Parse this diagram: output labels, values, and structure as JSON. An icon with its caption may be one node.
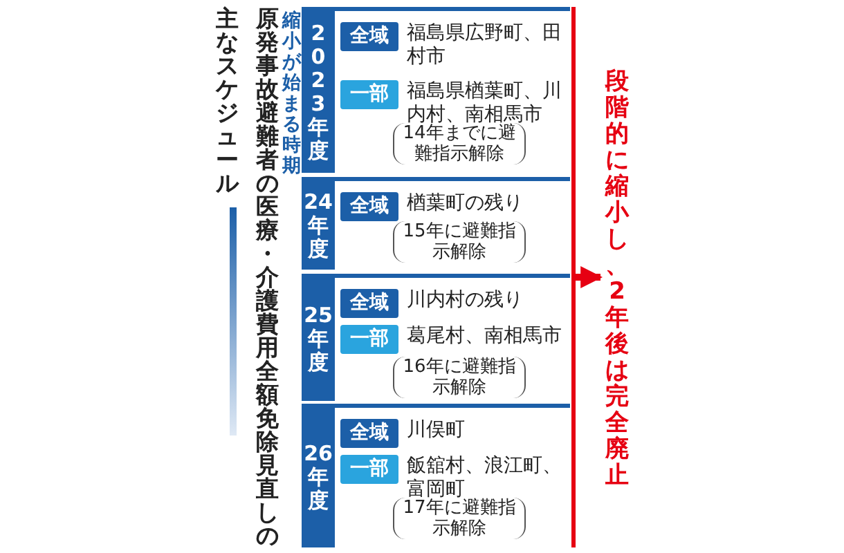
{
  "diagram": {
    "title": "原発事故避難者の医療・介護費用全額免除見直しの主なスケジュール",
    "nodes": [
      {
        "text": [
          "2023年度",
          "14年までに避難指示解除"
        ]
      },
      {
        "text": [
          "全域"
        ],
        "in": 0,
        "beside": [
          "福島県広野町、田村市"
        ]
      },
      {
        "text": [
          "一部"
        ],
        "in": 0,
        "beside": [
          "福島県楢葉町、川内村、南相馬市"
        ]
      },
      {
        "text": [
          "24年度",
          "15年に避難指示解除"
        ]
      },
      {
        "text": [
          "全域"
        ],
        "in": 3,
        "beside": [
          "楢葉町の残り"
        ]
      },
      {
        "text": [
          "25年度",
          "16年に避難指示解除"
        ]
      },
      {
        "text": [
          "全域"
        ],
        "in": 5,
        "beside": [
          "川内村の残り"
        ]
      },
      {
        "text": [
          "一部"
        ],
        "in": 5,
        "beside": [
          "葛尾村、南相馬市"
        ]
      },
      {
        "text": [
          "26年度",
          "17年に避難指示解除"
        ]
      },
      {
        "text": [
          "全域"
        ],
        "in": 8,
        "beside": [
          "川俣町"
        ]
      },
      {
        "text": [
          "一部"
        ],
        "in": 8,
        "beside": [
          "飯舘村、浪江町、富岡町"
        ]
      },
      {
        "text": [],
        "shape": "bar"
      },
      {
        "text": [
          "段階的に縮小し、2年後は完全廃止"
        ]
      }
    ],
    "edges": [
      {
        "from": 11,
        "to": 12,
        "arrow": "to"
      }
    ],
    "labels": [
      "縮小が始まる時期"
    ]
  }
}
